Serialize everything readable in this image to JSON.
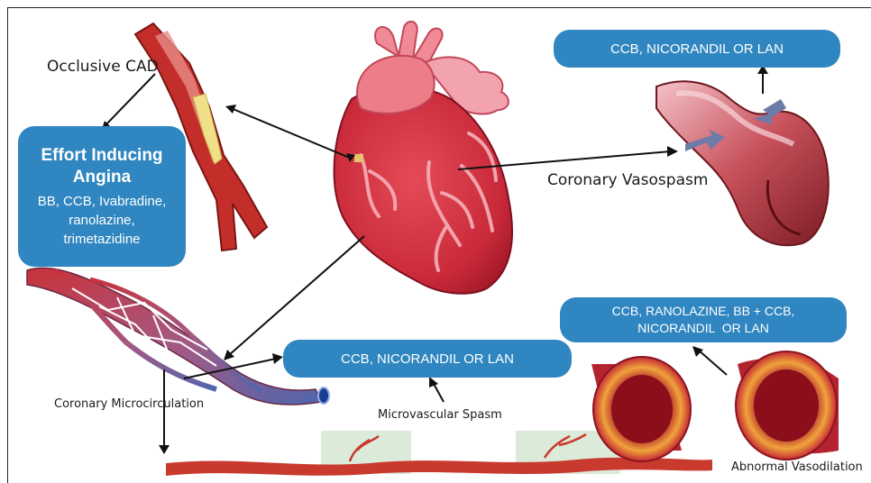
{
  "colors": {
    "box_fill": "#2f86c0",
    "box_text": "#ffffff",
    "vessel_red": "#c62f2f",
    "vessel_dark": "#8b1a1a",
    "heart_red": "#d3323f",
    "heart_pink": "#f2a3ad",
    "arrow": "#111111",
    "plaque": "#f0e08a",
    "vein_blue": "#6c79b8"
  },
  "boxes": {
    "effort": {
      "title_line1": "Effort Inducing",
      "title_line2": "Angina",
      "drugs_line1": "BB, CCB, Ivabradine,",
      "drugs_line2": "ranolazine,",
      "drugs_line3": "trimetazidine"
    },
    "vasospasm_treatment": "CCB, NICORANDIL OR LAN",
    "microvascular_treatment": "CCB, NICORANDIL OR LAN",
    "vasodilation_treatment_line1": "CCB, RANOLAZINE, BB + CCB,",
    "vasodilation_treatment_line2": "NICORANDIL  OR LAN"
  },
  "labels": {
    "occlusive_cad": "Occlusive CAD",
    "coronary_vasospasm": "Coronary Vasospasm",
    "coronary_microcirculation": "Coronary Microcirculation",
    "microvascular_spasm": "Microvascular Spasm",
    "abnormal_vasodilation": "Abnormal Vasodilation"
  }
}
